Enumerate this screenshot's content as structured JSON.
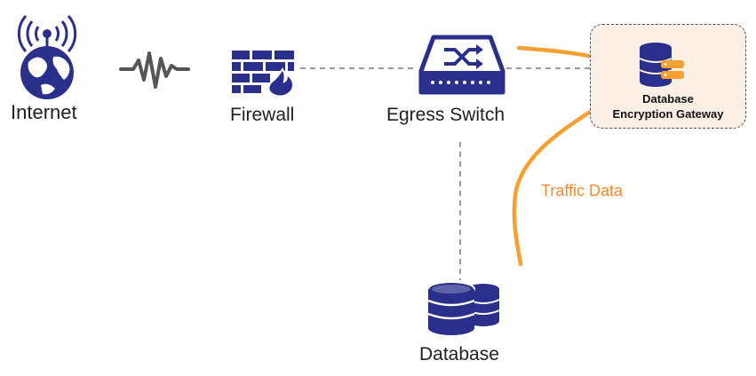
{
  "colors": {
    "navy": "#2b2f8c",
    "orange": "#f5a030",
    "orange_text": "#f08c2a",
    "dashed_line": "#9a9a9a",
    "signal": "#555555",
    "gateway_fill": "#fdf1e6"
  },
  "nodes": {
    "internet": {
      "label": "Internet",
      "icon": "globe-antenna-icon"
    },
    "firewall": {
      "label": "Firewall",
      "icon": "firewall-icon"
    },
    "switch": {
      "label": "Egress Switch",
      "icon": "network-switch-icon"
    },
    "gateway": {
      "line1": "Database",
      "line2": "Encryption Gateway",
      "icon": "database-key-icon"
    },
    "database": {
      "label": "Database",
      "icon": "database-icon"
    }
  },
  "traffic": {
    "label": "Traffic Data"
  }
}
